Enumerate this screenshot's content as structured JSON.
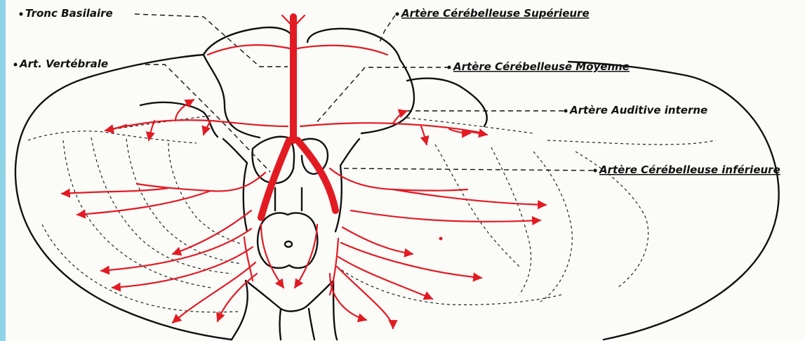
{
  "labels": {
    "tronc_basilaire": "Tronc Basilaire",
    "art_vertebrale": "Art. Vertébrale",
    "artere_cerebelleuse_superieure": "Artère Cérébelleuse Supérieure",
    "artere_cerebelleuse_moyenne": "Artère Cérébelleuse Moyenne",
    "artere_auditive_interne": "Artère Auditive interne",
    "artere_cerebelleuse_inferieure": "Artère Cérébelleuse inférieure"
  },
  "colors": {
    "artery": "#e21b23",
    "outline": "#111111",
    "background": "#fbfbf8",
    "left_edge": "#8fd4e6"
  }
}
